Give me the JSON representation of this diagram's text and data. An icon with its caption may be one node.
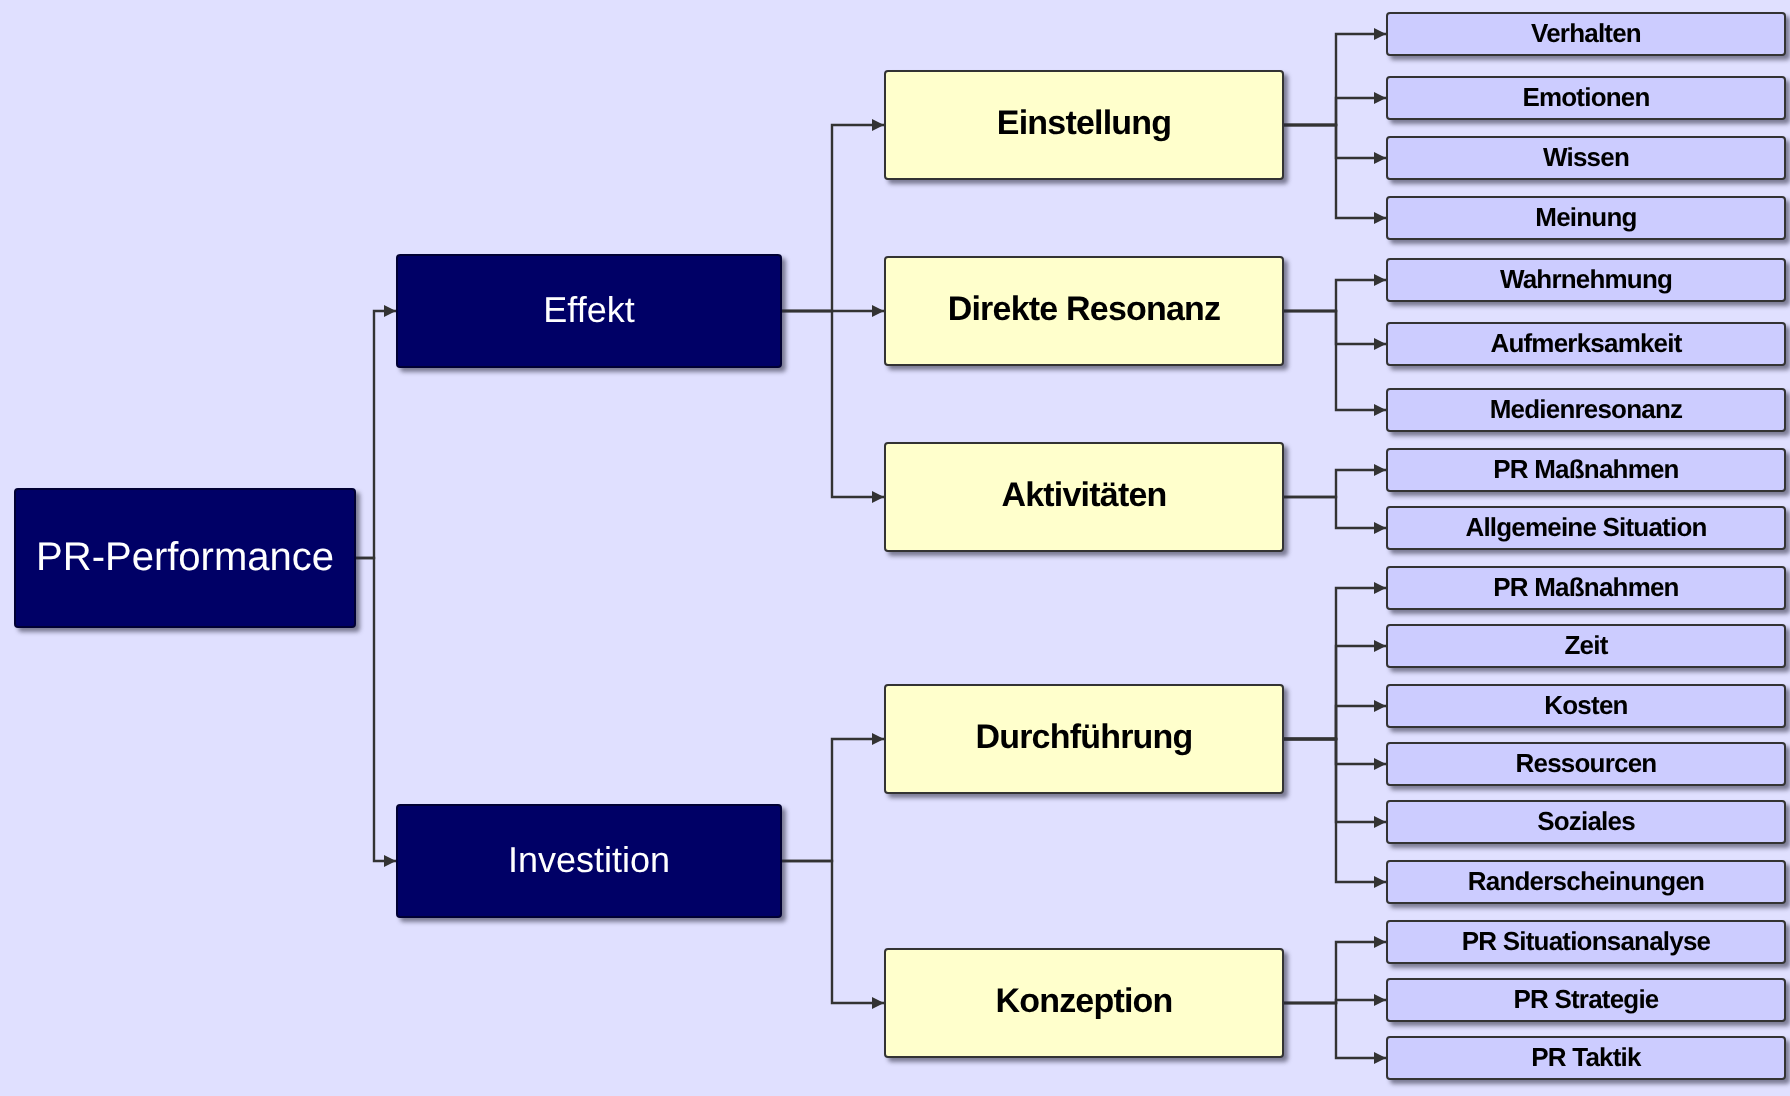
{
  "diagram": {
    "nodes": [
      {
        "text": [
          "PR-Performance"
        ]
      },
      {
        "text": [
          "Effekt"
        ]
      },
      {
        "text": [
          "Investition"
        ]
      },
      {
        "text": [
          "Einstellung"
        ]
      },
      {
        "text": [
          "Direkte Resonanz"
        ]
      },
      {
        "text": [
          "Aktivitäten"
        ]
      },
      {
        "text": [
          "Durchführung"
        ]
      },
      {
        "text": [
          "Konzeption"
        ]
      },
      {
        "text": [
          "Verhalten"
        ]
      },
      {
        "text": [
          "Emotionen"
        ]
      },
      {
        "text": [
          "Wissen"
        ]
      },
      {
        "text": [
          "Meinung"
        ]
      },
      {
        "text": [
          "Wahrnehmung"
        ]
      },
      {
        "text": [
          "Aufmerksamkeit"
        ]
      },
      {
        "text": [
          "Medienresonanz"
        ]
      },
      {
        "text": [
          "PR Maßnahmen"
        ]
      },
      {
        "text": [
          "Allgemeine Situation"
        ]
      },
      {
        "text": [
          "PR Maßnahmen"
        ]
      },
      {
        "text": [
          "Zeit"
        ]
      },
      {
        "text": [
          "Kosten"
        ]
      },
      {
        "text": [
          "Ressourcen"
        ]
      },
      {
        "text": [
          "Soziales"
        ]
      },
      {
        "text": [
          "Randerscheinungen"
        ]
      },
      {
        "text": [
          "PR Situationsanalyse"
        ]
      },
      {
        "text": [
          "PR Strategie"
        ]
      },
      {
        "text": [
          "PR Taktik"
        ]
      }
    ],
    "edges": [
      {
        "from": 0,
        "to": 1,
        "arrow": "to"
      },
      {
        "from": 0,
        "to": 2,
        "arrow": "to"
      },
      {
        "from": 1,
        "to": 3,
        "arrow": "to"
      },
      {
        "from": 1,
        "to": 4,
        "arrow": "to"
      },
      {
        "from": 1,
        "to": 5,
        "arrow": "to"
      },
      {
        "from": 2,
        "to": 6,
        "arrow": "to"
      },
      {
        "from": 2,
        "to": 7,
        "arrow": "to"
      },
      {
        "from": 3,
        "to": 8,
        "arrow": "to"
      },
      {
        "from": 3,
        "to": 9,
        "arrow": "to"
      },
      {
        "from": 3,
        "to": 10,
        "arrow": "to"
      },
      {
        "from": 3,
        "to": 11,
        "arrow": "to"
      },
      {
        "from": 4,
        "to": 12,
        "arrow": "to"
      },
      {
        "from": 4,
        "to": 13,
        "arrow": "to"
      },
      {
        "from": 4,
        "to": 14,
        "arrow": "to"
      },
      {
        "from": 5,
        "to": 15,
        "arrow": "to"
      },
      {
        "from": 5,
        "to": 16,
        "arrow": "to"
      },
      {
        "from": 6,
        "to": 17,
        "arrow": "to"
      },
      {
        "from": 6,
        "to": 18,
        "arrow": "to"
      },
      {
        "from": 6,
        "to": 19,
        "arrow": "to"
      },
      {
        "from": 6,
        "to": 20,
        "arrow": "to"
      },
      {
        "from": 6,
        "to": 21,
        "arrow": "to"
      },
      {
        "from": 6,
        "to": 22,
        "arrow": "to"
      },
      {
        "from": 7,
        "to": 23,
        "arrow": "to"
      },
      {
        "from": 7,
        "to": 24,
        "arrow": "to"
      },
      {
        "from": 7,
        "to": 25,
        "arrow": "to"
      }
    ]
  }
}
